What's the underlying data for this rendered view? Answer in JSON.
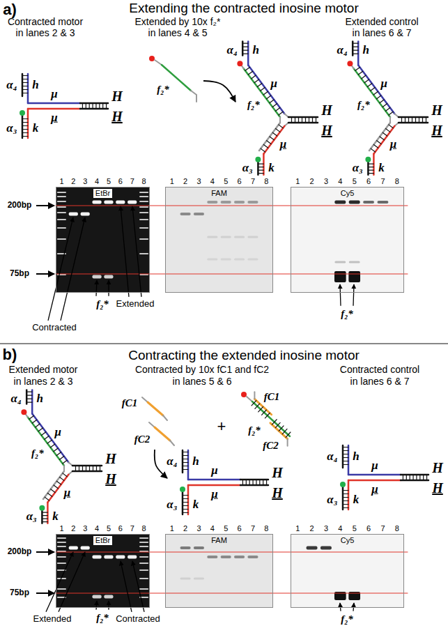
{
  "diagram": {
    "nodes": [
      {
        "text": [
          "EtBr"
        ]
      },
      {
        "text": [
          "FAM"
        ]
      },
      {
        "text": [
          "Cy5"
        ]
      },
      {
        "text": [
          "EtBr"
        ]
      },
      {
        "text": [
          "FAM"
        ]
      },
      {
        "text": [
          "Cy5"
        ]
      }
    ],
    "labels": [
      "a)",
      "Extending the contracted inosine motor",
      "Contracted motor",
      "in lanes 2 & 3",
      "α₄",
      "h",
      "μ",
      "H",
      "μ",
      "H",
      "α₃",
      "k",
      "Extended by 10x f₂*",
      "in lanes 4 & 5",
      "f₂*",
      "α₄",
      "h",
      "μ",
      "f₂*",
      "H",
      "H",
      "μ",
      "α₃",
      "k",
      "Extended control",
      "in lanes 6 & 7",
      "α₄",
      "h",
      "μ",
      "f₂*",
      "H",
      "H",
      "μ",
      "α₃",
      "k",
      "1",
      "2",
      "3",
      "4",
      "5",
      "6",
      "7",
      "8",
      "1",
      "2",
      "3",
      "4",
      "5",
      "6",
      "7",
      "8",
      "1",
      "2",
      "3",
      "4",
      "5",
      "6",
      "7",
      "8",
      "200bp",
      "75bp",
      "Contracted",
      "f₂*",
      "Extended",
      "f₂*",
      "b)",
      "Contracting the extended inosine motor",
      "Extended motor",
      "in lanes 2 & 3",
      "α₄",
      "h",
      "μ",
      "f₂*",
      "H",
      "H",
      "μ",
      "α₃",
      "k",
      "Contracted by 10x fC1 and fC2",
      "in lanes 5 & 6",
      "fC1",
      "fC2",
      "α₄",
      "h",
      "μ",
      "H",
      "μ",
      "H",
      "α₃",
      "k",
      "+",
      "fC1",
      "f₂*",
      "fC2",
      "Contracted control",
      "in lanes 6 & 7",
      "α₄",
      "h",
      "μ",
      "H",
      "μ",
      "H",
      "α₃",
      "k",
      "1",
      "2",
      "3",
      "4",
      "5",
      "6",
      "7",
      "8",
      "1",
      "2",
      "3",
      "4",
      "5",
      "6",
      "7",
      "8",
      "1",
      "2",
      "3",
      "4",
      "5",
      "6",
      "7",
      "8",
      "200bp",
      "75bp",
      "Extended",
      "f₂*",
      "Contracted",
      "f₂*"
    ]
  }
}
